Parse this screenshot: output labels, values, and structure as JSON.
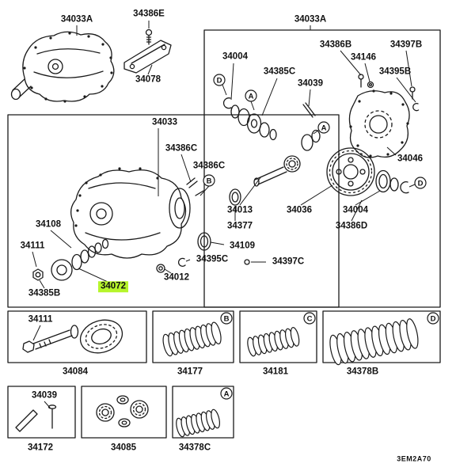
{
  "diagram": {
    "code": "3EM2A70",
    "highlight_color": "#b6f52b",
    "line_color": "#1a1a1a",
    "highlighted_part": "34072"
  },
  "callouts": {
    "A": "A",
    "B": "B",
    "C": "C",
    "D": "D"
  },
  "labels": {
    "p34033a_top": "34033A",
    "p34386e": "34386E",
    "p34078": "34078",
    "p34033a_main": "34033A",
    "p34004_left": "34004",
    "p34385c": "34385C",
    "p34039_main": "34039",
    "p34386b": "34386B",
    "p34146": "34146",
    "p34397b": "34397B",
    "p34395b": "34395B",
    "p34046": "34046",
    "p34033": "34033",
    "p34386c_a": "34386C",
    "p34386c_b": "34386C",
    "p34013": "34013",
    "p34377": "34377",
    "p34036": "34036",
    "p34004_right": "34004",
    "p34386d": "34386D",
    "p34108": "34108",
    "p34111_main": "34111",
    "p34109": "34109",
    "p34395c": "34395C",
    "p34397c": "34397C",
    "p34012": "34012",
    "p34072": "34072",
    "p34385b": "34385B",
    "p34111_box": "34111",
    "p34084": "34084",
    "p34177": "34177",
    "p34181": "34181",
    "p34378b": "34378B",
    "p34039_box": "34039",
    "p34172": "34172",
    "p34085": "34085",
    "p34378c": "34378C"
  }
}
